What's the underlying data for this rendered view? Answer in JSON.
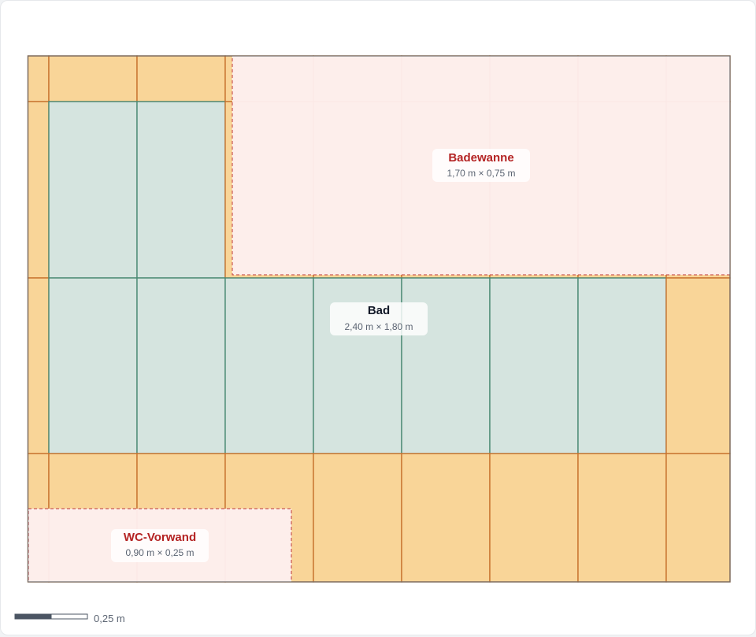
{
  "room": {
    "name": "Bad",
    "dimensions": "2,40 m × 1,80 m",
    "width_m": 2.4,
    "depth_m": 1.8
  },
  "obstacles": [
    {
      "id": "badewanne",
      "name": "Badewanne",
      "dimensions": "1,70 m × 0,75 m"
    },
    {
      "id": "wc",
      "name": "WC-Vorwand",
      "dimensions": "0,90 m × 0,25 m"
    }
  ],
  "scale_bar": {
    "label": "0,25 m"
  },
  "colors": {
    "cut_tile_fill": "#f9d598",
    "cut_tile_stroke": "#c8722e",
    "full_tile_fill": "#d5e4df",
    "full_tile_stroke": "#4b8a74",
    "obstacle_fill": "#fdeeee",
    "obstacle_stroke": "#c0393b",
    "obstacle_text": "#b42323",
    "room_text": "#111827",
    "room_border": "#6b6b6b"
  }
}
